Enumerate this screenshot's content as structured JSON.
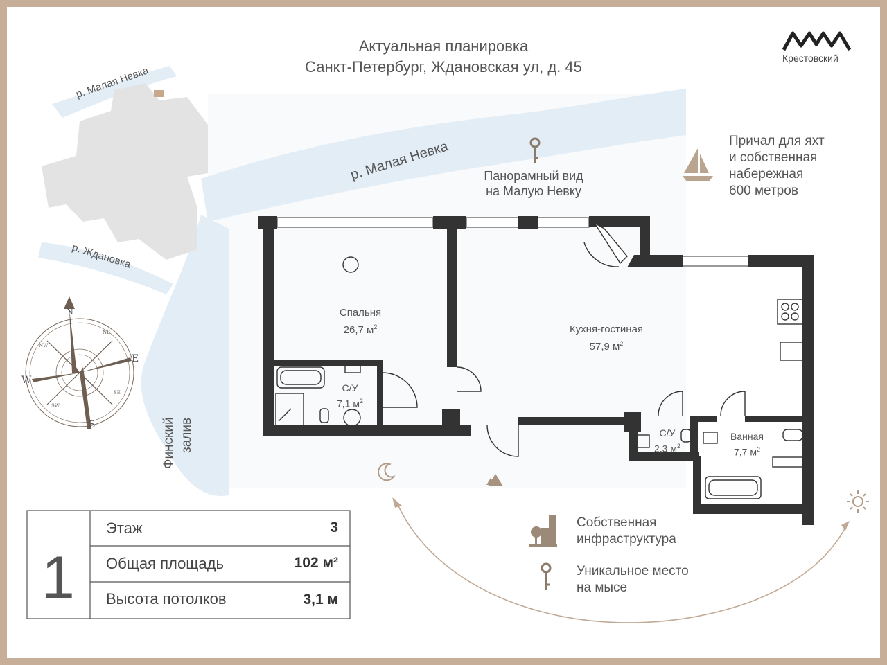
{
  "header": {
    "title_line1": "Актуальная планировка",
    "title_line2": "Санкт-Петербург, Ждановская ул, д. 45"
  },
  "logo": {
    "text": "Крестовский",
    "icon": "logo-icon"
  },
  "map_labels": {
    "river_small_top": "р. Малая Невка",
    "river_big": "р. Малая Невка",
    "river_zhdanovka": "р. Ждановка",
    "gulf_line1": "Финский",
    "gulf_line2": "залив"
  },
  "features": {
    "view_line1": "Панорамный вид",
    "view_line2": "на Малую Невку",
    "yacht_line1": "Причал для яхт",
    "yacht_line2": "и собственная",
    "yacht_line3": "набережная",
    "yacht_line4": "600 метров"
  },
  "rooms": {
    "bedroom_name": "Спальня",
    "bedroom_area": "26,7 м",
    "kitchen_name": "Кухня-гостиная",
    "kitchen_area": "57,9 м",
    "bath1_name": "С/У",
    "bath1_area": "7,1 м",
    "bath2_name": "С/У",
    "bath2_area": "2,3 м",
    "bathroom_name": "Ванная",
    "bathroom_area": "7,7 м",
    "sq": "2"
  },
  "compass": {
    "n": "N",
    "s": "S",
    "e": "E",
    "w": "W",
    "ne": "NE",
    "nw": "NW",
    "se": "SE",
    "sw": "SW"
  },
  "legend": {
    "infra_line1": "Собственная",
    "infra_line2": "инфраструктура",
    "unique_line1": "Уникальное место",
    "unique_line2": "на мысе"
  },
  "summary": {
    "number": "1",
    "rows": [
      {
        "label": "Этаж",
        "value": "3"
      },
      {
        "label": "Общая площадь",
        "value": "102 м²"
      },
      {
        "label": "Высота потолков",
        "value": "3,1 м"
      }
    ]
  },
  "colors": {
    "accent": "#c6ae98",
    "wall": "#333333",
    "water": "#e4eef6",
    "muted_shape": "#e2e2e2"
  }
}
